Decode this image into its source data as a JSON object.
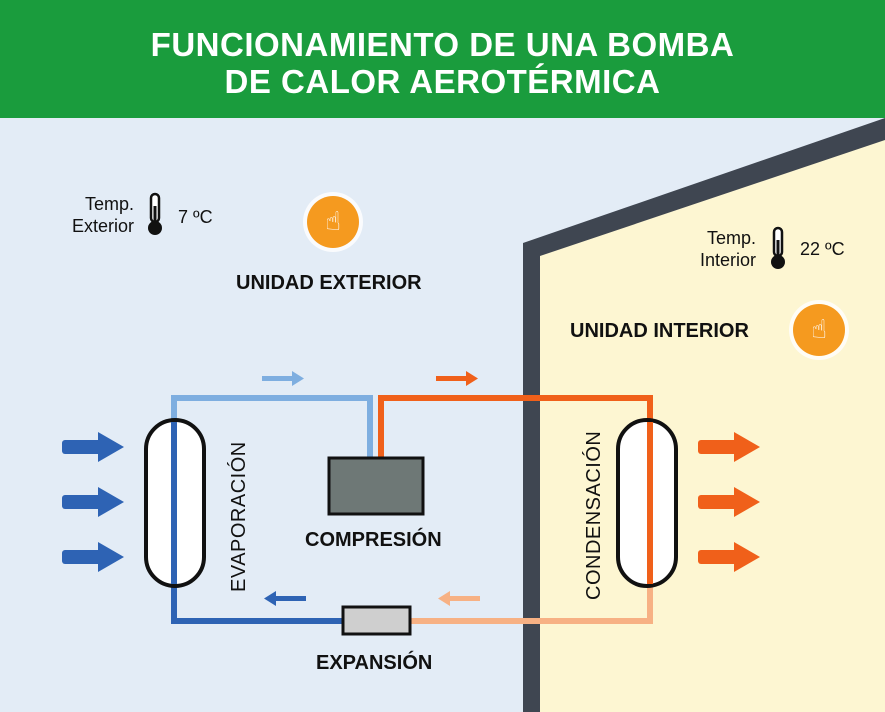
{
  "header": {
    "line1": "FUNCIONAMIENTO DE UNA BOMBA",
    "line2": "DE CALOR AEROTÉRMICA"
  },
  "outdoor": {
    "temp_label_line1": "Temp.",
    "temp_label_line2": "Exterior",
    "temp_value": "7 ºC",
    "unit_label": "UNIDAD EXTERIOR",
    "thermometer_icon": "thermometer-icon",
    "hotspot_icon": "hand-pointer-icon"
  },
  "indoor": {
    "temp_label_line1": "Temp.",
    "temp_label_line2": "Interior",
    "temp_value": "22 ºC",
    "unit_label": "UNIDAD INTERIOR",
    "thermometer_icon": "thermometer-icon",
    "hotspot_icon": "hand-pointer-icon"
  },
  "cycle": {
    "evaporation": "EVAPORACIÓN",
    "compression": "COMPRESIÓN",
    "condensation": "CONDENSACIÓN",
    "expansion": "EXPANSIÓN"
  },
  "colors": {
    "header_bg": "#1a9c3d",
    "background": "#e3ecf6",
    "house_wall": "#3f4651",
    "house_interior": "#fdf6d2",
    "cold_pipe": "#2e63b4",
    "cool_pipe": "#7eaee0",
    "hot_pipe": "#f0601a",
    "warm_pipe": "#f7b184",
    "hotspot": "#f59a1f",
    "compressor": "#6e7876",
    "expansion_valve": "#cfcfcf"
  }
}
